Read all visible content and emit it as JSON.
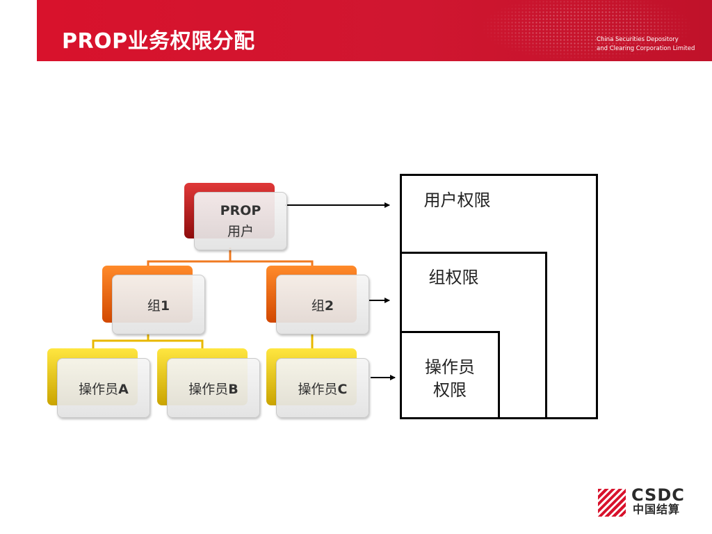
{
  "header": {
    "title": "PROP业务权限分配",
    "org_line1": "China Securities Depository",
    "org_line2": "and Clearing Corporation Limited"
  },
  "tree": {
    "root": {
      "line1": "PROP",
      "line2": "用户"
    },
    "group1": {
      "prefix": "组",
      "suffix": "1"
    },
    "group2": {
      "prefix": "组",
      "suffix": "2"
    },
    "operatorA": {
      "prefix": "操作员",
      "suffix": "A"
    },
    "operatorB": {
      "prefix": "操作员",
      "suffix": "B"
    },
    "operatorC": {
      "prefix": "操作员",
      "suffix": "C"
    }
  },
  "permissions": {
    "user": "用户权限",
    "group": "组权限",
    "operator_line1": "操作员",
    "operator_line2": "权限"
  },
  "logo": {
    "en": "CSDC",
    "cn": "中国结算"
  },
  "colors": {
    "header_red": "#d8122c",
    "root_box": "#c01818",
    "group_box": "#f26a12",
    "operator_box": "#f2cc12"
  }
}
